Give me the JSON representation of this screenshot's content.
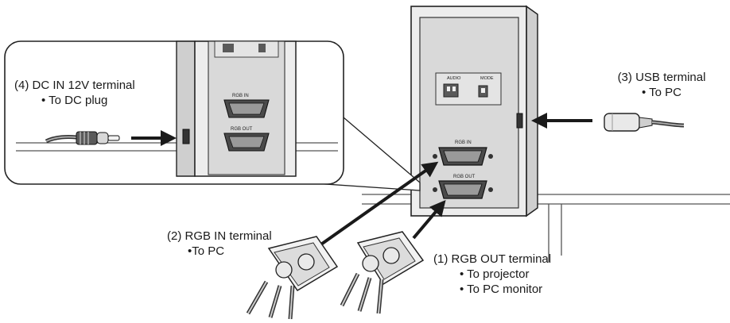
{
  "labels": {
    "dc_in": {
      "title": "(4) DC IN 12V terminal",
      "bullet": "• To DC plug"
    },
    "usb": {
      "title": "(3) USB terminal",
      "bullet": "• To PC"
    },
    "rgb_in": {
      "title": "(2) RGB IN terminal",
      "bullet": "•To PC"
    },
    "rgb_out": {
      "title": "(1) RGB OUT terminal",
      "bullets": [
        "• To projector",
        "• To PC monitor"
      ]
    }
  },
  "panel_text": {
    "rgb_in": "RGB IN",
    "rgb_out": "RGB OUT",
    "switch_left": "AUDIO",
    "switch_right": "MODE"
  },
  "colors": {
    "line": "#222222",
    "fill_light": "#e6e6e6",
    "fill_mid": "#bdbdbd",
    "fill_dark": "#3a3a3a",
    "bg": "#ffffff"
  }
}
